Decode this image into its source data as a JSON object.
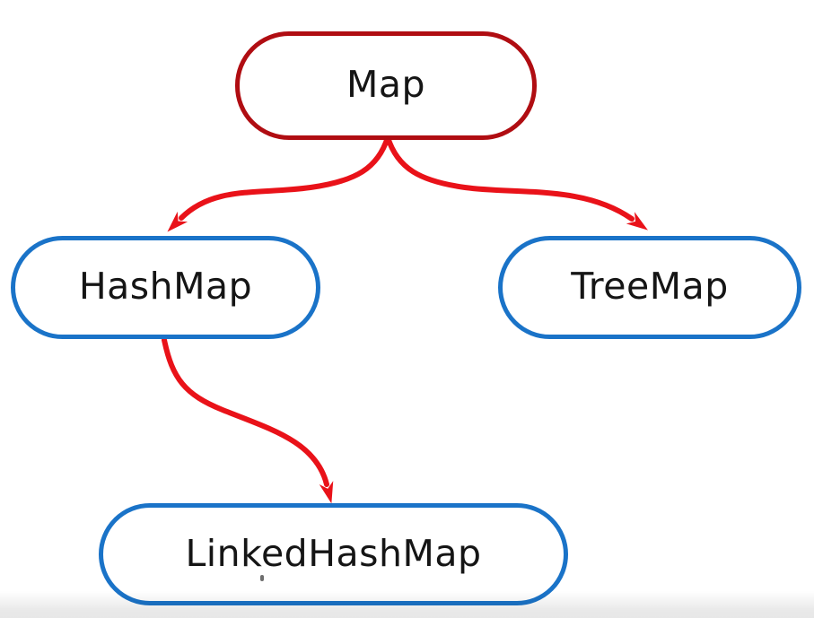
{
  "diagram": {
    "kind": "class-hierarchy",
    "nodes": [
      {
        "id": "map",
        "label": "Map",
        "role": "root",
        "border_color": "#b00d12"
      },
      {
        "id": "hashmap",
        "label": "HashMap",
        "role": "child",
        "border_color": "#1a73c8"
      },
      {
        "id": "treemap",
        "label": "TreeMap",
        "role": "child",
        "border_color": "#1a73c8"
      },
      {
        "id": "linkedhashmap",
        "label": "LinkedHashMap",
        "role": "child",
        "border_color": "#1a73c8"
      }
    ],
    "edges": [
      {
        "from": "Map",
        "to": "HashMap",
        "style": "curved-arrow"
      },
      {
        "from": "Map",
        "to": "TreeMap",
        "style": "curved-arrow"
      },
      {
        "from": "HashMap",
        "to": "LinkedHashMap",
        "style": "s-curved-arrow"
      }
    ],
    "colors": {
      "root_border": "#b00d12",
      "child_border": "#1a73c8",
      "arrow": "#e91219",
      "text": "#151515",
      "background": "#ffffff",
      "bottom_band": "#e7e7e7"
    }
  }
}
